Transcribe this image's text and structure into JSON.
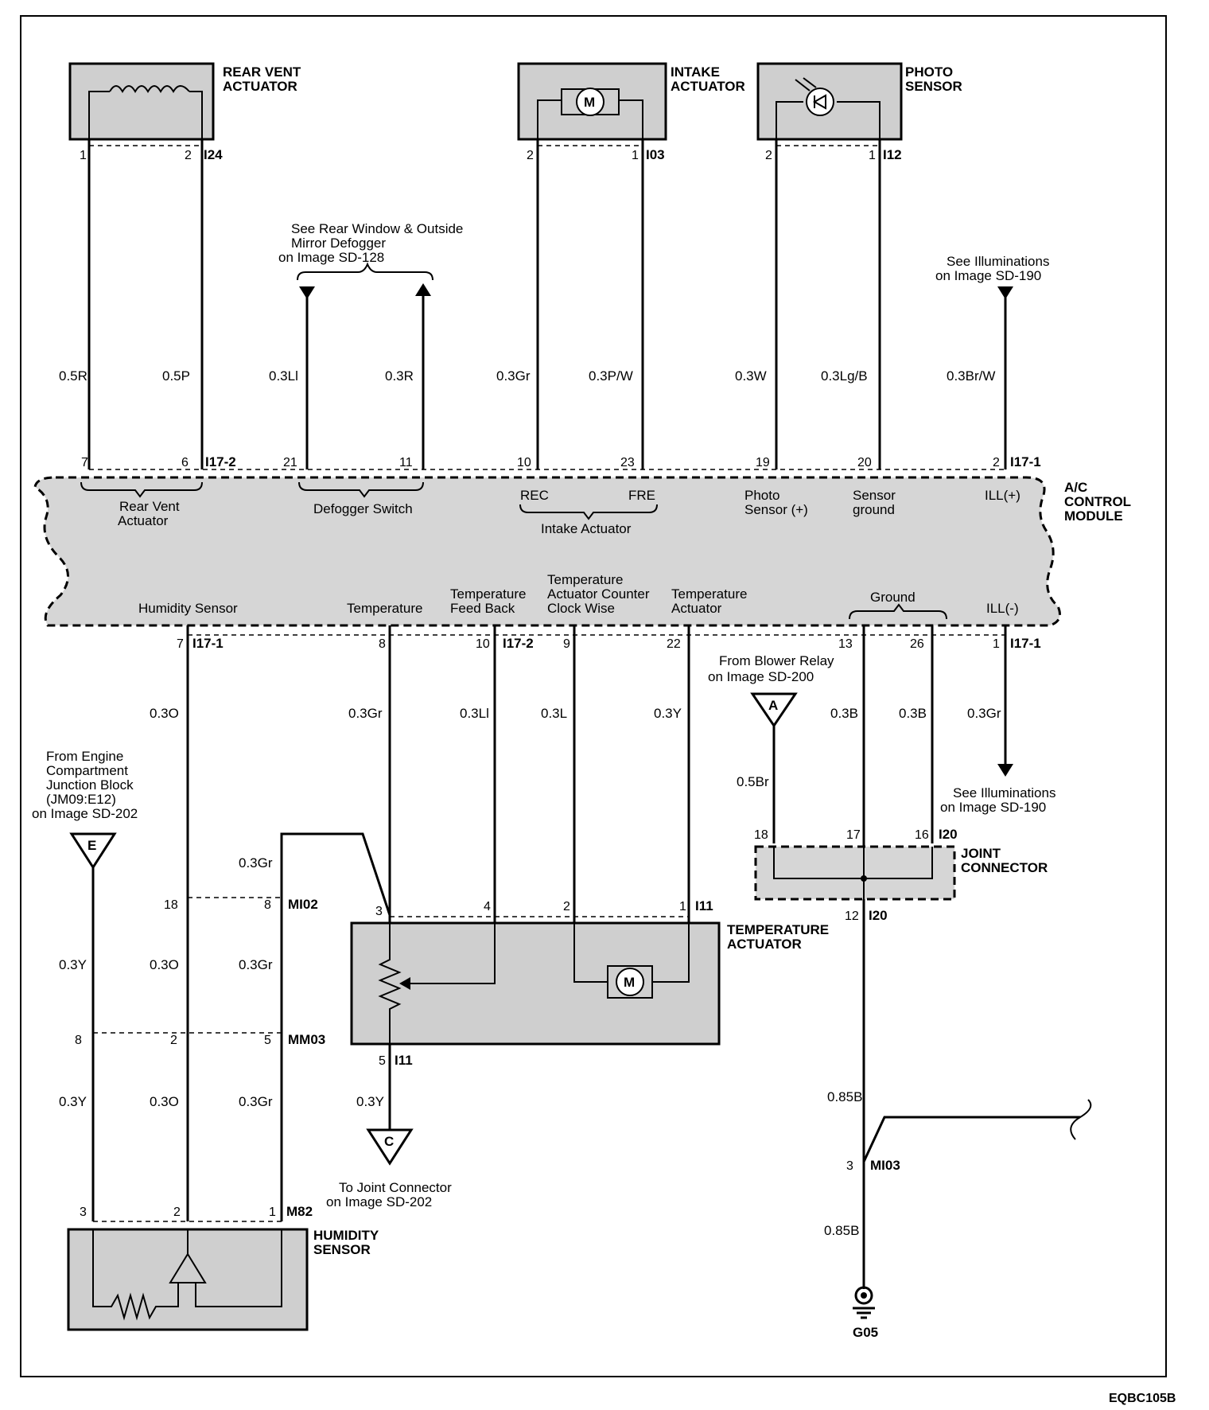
{
  "components": {
    "rear_vent_actuator": [
      "REAR VENT",
      "ACTUATOR"
    ],
    "intake_actuator": [
      "INTAKE",
      "ACTUATOR"
    ],
    "photo_sensor": [
      "PHOTO",
      "SENSOR"
    ],
    "ac_control_module": [
      "A/C",
      "CONTROL",
      "MODULE"
    ],
    "joint_connector": [
      "JOINT",
      "CONNECTOR"
    ],
    "temperature_actuator": [
      "TEMPERATURE",
      "ACTUATOR"
    ],
    "humidity_sensor": [
      "HUMIDITY",
      "SENSOR"
    ],
    "motor": "M"
  },
  "connectors": {
    "i24": "I24",
    "i03": "I03",
    "i12": "I12",
    "i17_1": "I17-1",
    "i17_2": "I17-2",
    "i20": "I20",
    "i11": "I11",
    "mi02": "MI02",
    "mm03": "MM03",
    "m82": "M82",
    "mi03": "MI03"
  },
  "pins": {
    "p1": "1",
    "p2": "2",
    "p3": "3",
    "p4": "4",
    "p5": "5",
    "p6": "6",
    "p7": "7",
    "p8": "8",
    "p9": "9",
    "p10": "10",
    "p11": "11",
    "p12": "12",
    "p13": "13",
    "p16": "16",
    "p17": "17",
    "p18": "18",
    "p19": "19",
    "p20": "20",
    "p21": "21",
    "p22": "22",
    "p23": "23",
    "p26": "26"
  },
  "wires": {
    "r05": "0.5R",
    "p05": "0.5P",
    "li03": "0.3Ll",
    "r03": "0.3R",
    "gr03": "0.3Gr",
    "pw03": "0.3P/W",
    "w03": "0.3W",
    "lgb03": "0.3Lg/B",
    "brw03": "0.3Br/W",
    "o03": "0.3O",
    "l03": "0.3L",
    "y03": "0.3Y",
    "b03": "0.3B",
    "br05": "0.5Br",
    "b085": "0.85B"
  },
  "module_labels": {
    "rear_vent": [
      "Rear Vent",
      "Actuator"
    ],
    "defogger": "Defogger Switch",
    "rec": "REC",
    "fre": "FRE",
    "intake": "Intake Actuator",
    "photo": [
      "Photo",
      "Sensor (+)"
    ],
    "sensor_ground": [
      "Sensor",
      "ground"
    ],
    "ill_plus": "ILL(+)",
    "humidity": "Humidity Sensor",
    "temperature": "Temperature",
    "temp_feedback": [
      "Temperature",
      "Feed Back"
    ],
    "temp_ccw": [
      "Temperature",
      "Actuator Counter",
      "Clock Wise"
    ],
    "temp_actuator": [
      "Temperature",
      "Actuator"
    ],
    "ground": "Ground",
    "ill_minus": "ILL(-)"
  },
  "references": {
    "defogger": [
      "See Rear Window & Outside",
      "Mirror Defogger",
      "on Image SD-128"
    ],
    "illum_top": [
      "See Illuminations",
      "on Image SD-190"
    ],
    "blower": [
      "From Blower Relay",
      "on Image SD-200"
    ],
    "illum_bottom": [
      "See Illuminations",
      "on Image SD-190"
    ],
    "engine": [
      "From Engine",
      "Compartment",
      "Junction Block",
      "(JM09:E12)",
      "on Image SD-202"
    ],
    "to_joint": [
      "To Joint Connector",
      "on Image SD-202"
    ]
  },
  "flags": {
    "a": "A",
    "c": "C",
    "e": "E"
  },
  "ground_label": "G05",
  "figure_code": "EQBC105B"
}
